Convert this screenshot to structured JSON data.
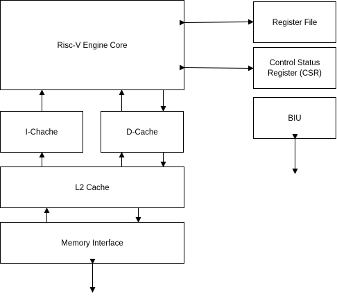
{
  "blocks": {
    "engine_core": "Risc-V Engine Core",
    "register_file": "Register File",
    "csr_line1": "Control Status",
    "csr_line2": "Register (CSR)",
    "biu": "BIU",
    "i_cache": "I-Chache",
    "d_cache": "D-Cache",
    "l2_cache": "L2 Cache",
    "memory_interface": "Memory Interface"
  },
  "colors": {
    "stroke": "#000000",
    "fill": "#ffffff",
    "text": "#000000"
  }
}
